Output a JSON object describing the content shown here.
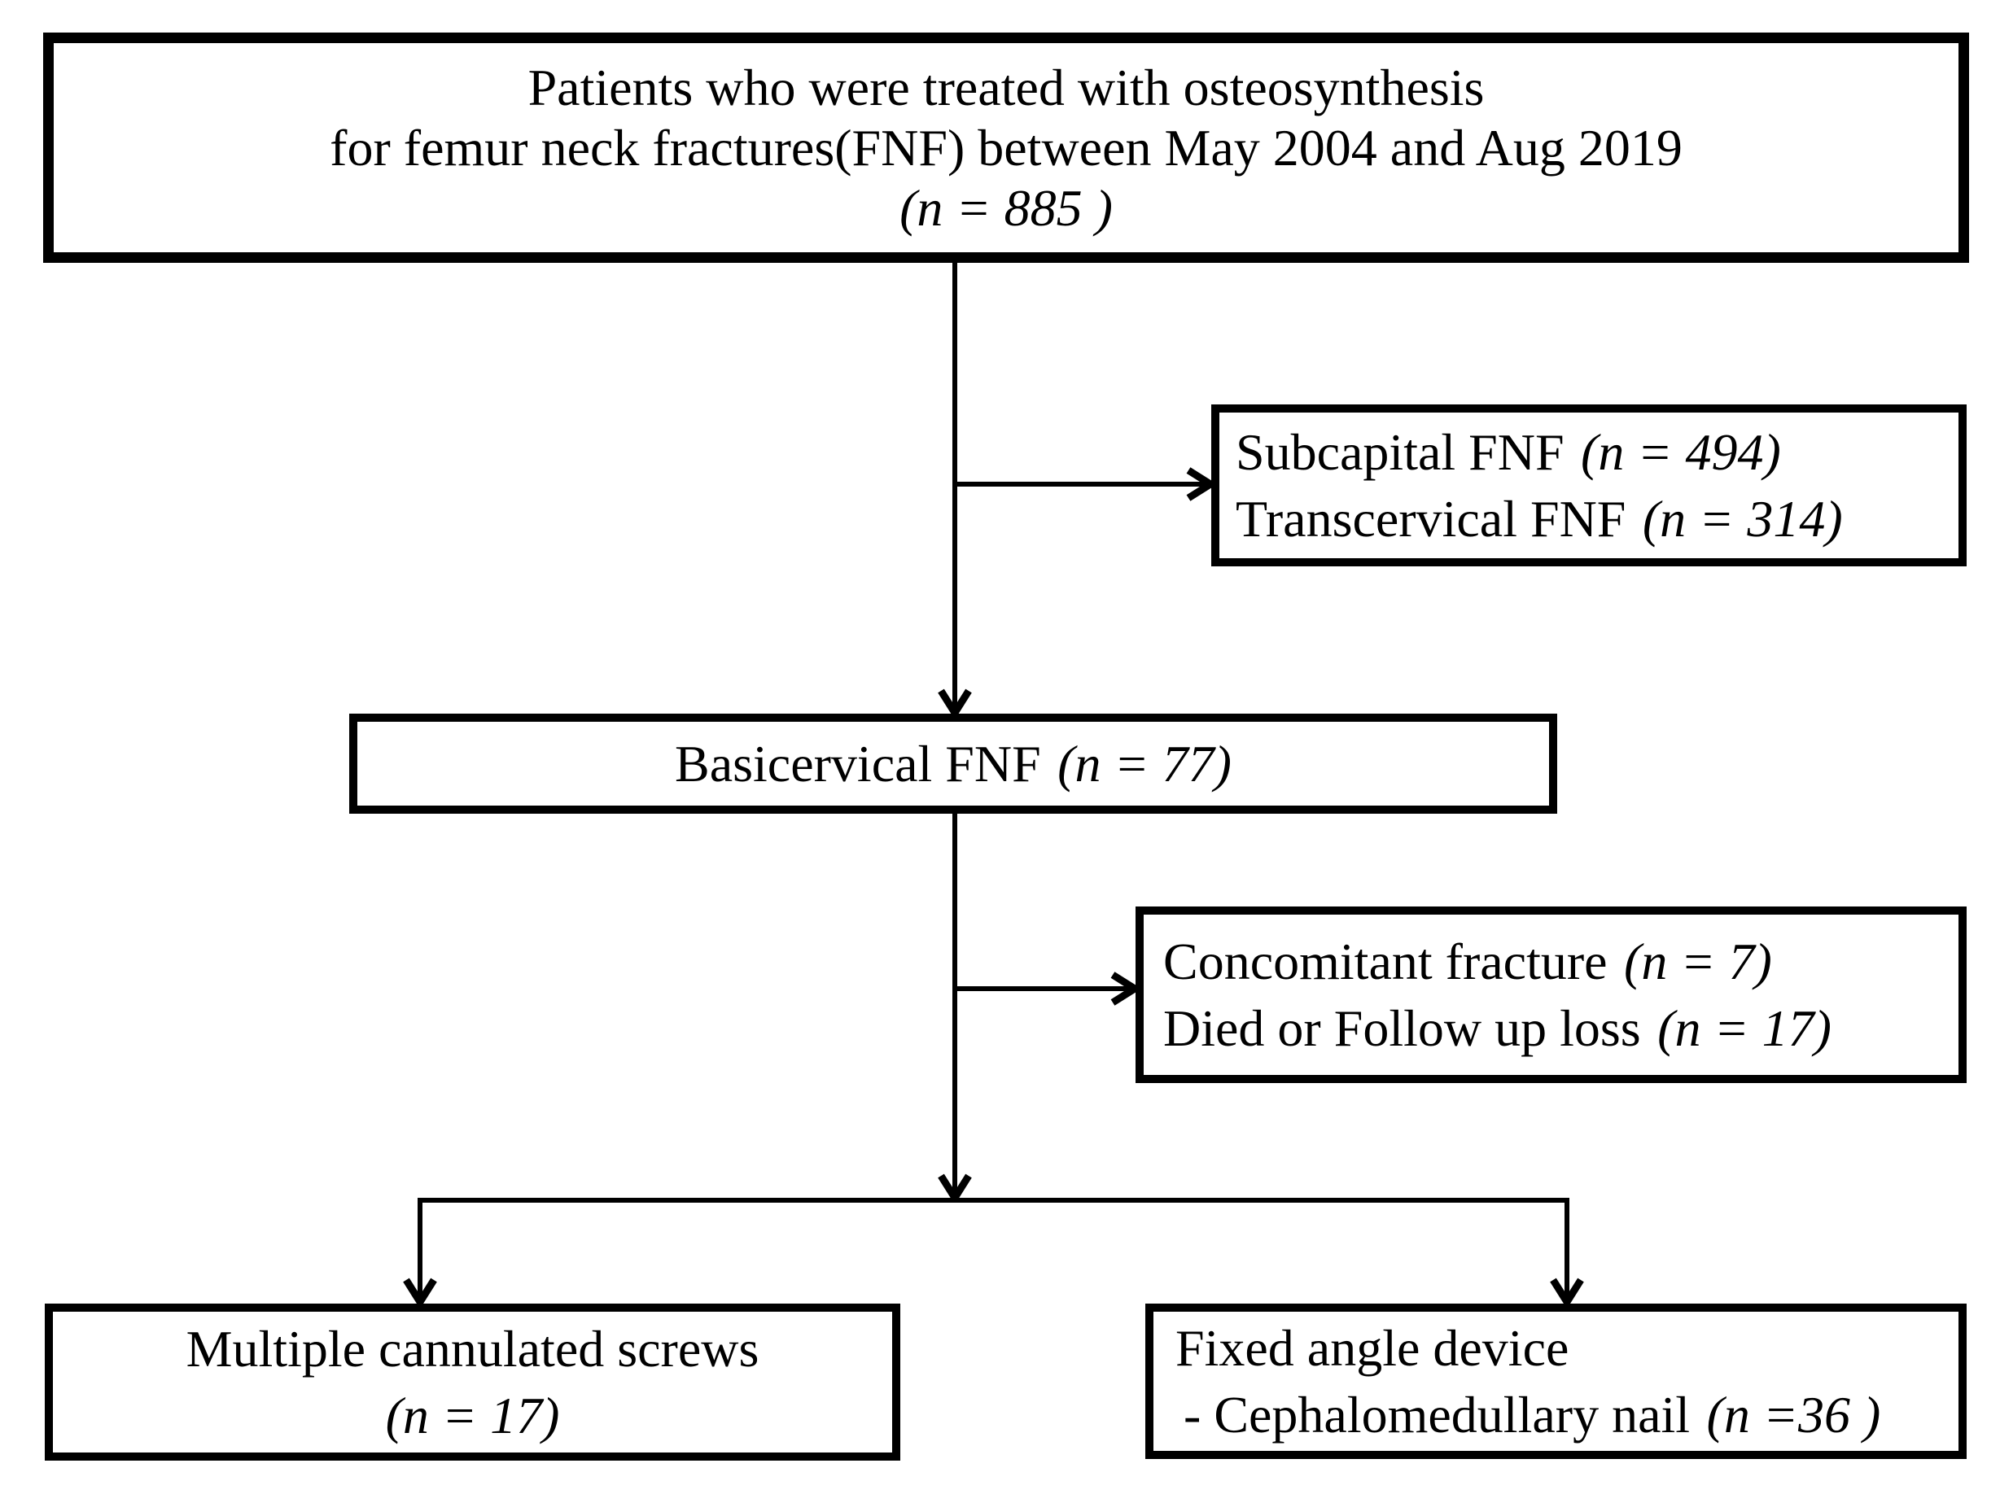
{
  "style": {
    "background_color": "#ffffff",
    "line_color": "#000000",
    "text_color": "#000000"
  },
  "boxes": {
    "patients_source": {
      "line1": "Patients who were treated with osteosynthesis",
      "line2": "for femur neck fractures(FNF) between May 2004 and Aug 2019",
      "count": "(n = 885 )"
    },
    "excluded_fnf_types": {
      "line1_label": "Subcapital FNF",
      "line1_count": "(n = 494)",
      "line2_label": "Transcervical FNF",
      "line2_count": "(n = 314)"
    },
    "basicervical": {
      "label": "Basicervical FNF",
      "count": "(n = 77)"
    },
    "excluded_followup": {
      "line1_label": "Concomitant fracture",
      "line1_count": "(n = 7)",
      "line2_label": "Died or Follow up loss",
      "line2_count": "(n = 17)"
    },
    "multiple_cannulated_screws": {
      "line1": "Multiple cannulated screws",
      "count": "(n = 17)"
    },
    "fixed_angle_device": {
      "line1": "Fixed angle device",
      "line2_label": "- Cephalomedullary nail",
      "line2_count": "(n =36 )"
    }
  }
}
